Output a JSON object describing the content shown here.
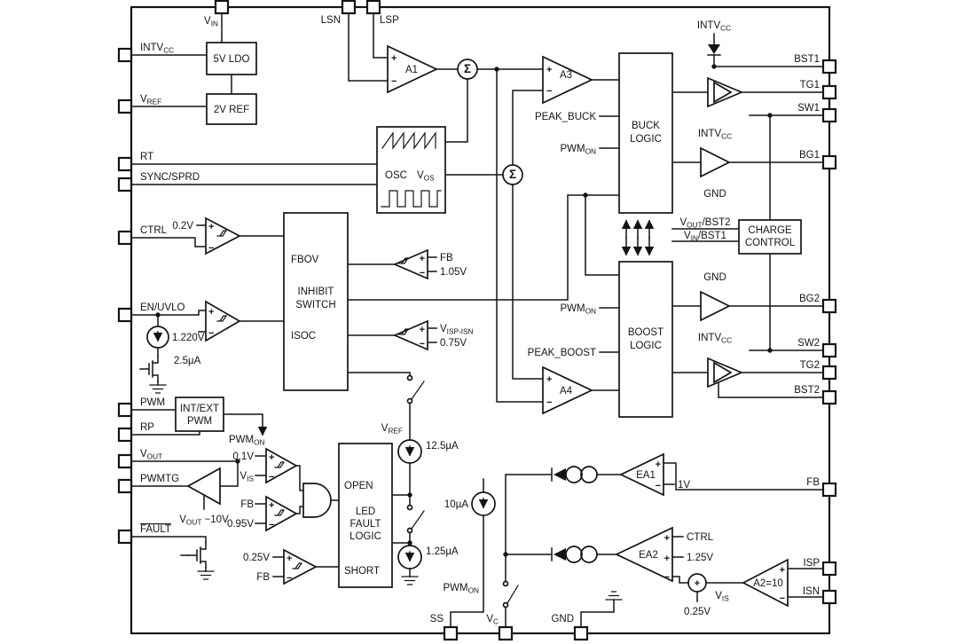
{
  "title": "LED driver controller block diagram",
  "pins": {
    "top": [
      "V_{IN}",
      "LSN",
      "LSP"
    ],
    "left": [
      "INTV_{CC}",
      "V_{REF}",
      "RT",
      "SYNC/SPRD",
      "CTRL",
      "EN/UVLO",
      "PWM",
      "RP",
      "V_{OUT}",
      "PWMTG",
      "FAULT"
    ],
    "right": [
      "BST1",
      "TG1",
      "SW1",
      "BG1",
      "BG2",
      "SW2",
      "TG2",
      "BST2",
      "FB",
      "ISP",
      "ISN"
    ],
    "bottom": [
      "SS",
      "V_{C}",
      "GND"
    ]
  },
  "blocks": {
    "ldo": "5V LDO",
    "ref2v": "2V REF",
    "osc": {
      "name": "OSC",
      "out": "V_{OS}"
    },
    "buck": {
      "l1": "BUCK",
      "l2": "LOGIC"
    },
    "boost": {
      "l1": "BOOST",
      "l2": "LOGIC"
    },
    "charge": {
      "l1": "CHARGE",
      "l2": "CONTROL"
    },
    "inhibit": {
      "l1": "INHIBIT",
      "l2": "SWITCH",
      "in_top": "FBOV",
      "in_bottom": "ISOC"
    },
    "intext": {
      "l1": "INT/EXT",
      "l2": "PWM"
    },
    "ledfault": {
      "top": "OPEN",
      "l1": "LED",
      "l2": "FAULT",
      "l3": "LOGIC",
      "bottom": "SHORT"
    }
  },
  "amps": {
    "a1": "A1",
    "a3": "A3",
    "a4": "A4",
    "ea1": "EA1",
    "ea2": "EA2",
    "a2": "A2=10"
  },
  "sym": {
    "sum": "Σ",
    "plus": "+",
    "minus": "−"
  },
  "nets": {
    "v0_2": "0.2V",
    "v1_220": "1.220V",
    "i2_5": "2.5µA",
    "fb": "FB",
    "v1_05": "1.05V",
    "visp_isn": "V_{ISP-ISN}",
    "v0_75": "0.75V",
    "peak_buck": "PEAK_BUCK",
    "peak_boost": "PEAK_BOOST",
    "pwm_on": "PWM_{ON}",
    "intvcc": "INTV_{CC}",
    "gnd": "GND",
    "vout_bst2": "V_{OUT}/BST2",
    "vin_bst1": "V_{IN}/BST1",
    "v0_1": "0.1V",
    "vis": "V_{IS}",
    "v0_95": "0.95V",
    "v0_25": "0.25V",
    "vref": "V_{REF}",
    "i12_5": "12.5µA",
    "i1_25": "1.25µA",
    "i10": "10µA",
    "v1": "1V",
    "ctrl": "CTRL",
    "v1_25": "1.25V",
    "vout_m10": "V_{OUT} −10V"
  }
}
